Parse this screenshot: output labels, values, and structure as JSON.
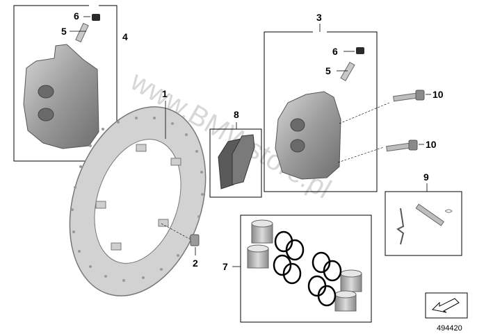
{
  "callouts": {
    "c1": "1",
    "c2": "2",
    "c3": "3",
    "c4": "4",
    "c5_left": "5",
    "c6_left": "6",
    "c5_right": "5",
    "c6_right": "6",
    "c7": "7",
    "c8": "8",
    "c9": "9",
    "c10_top": "10",
    "c10_bottom": "10"
  },
  "document_number": "494420",
  "watermark": "www.BMWstore.pl"
}
